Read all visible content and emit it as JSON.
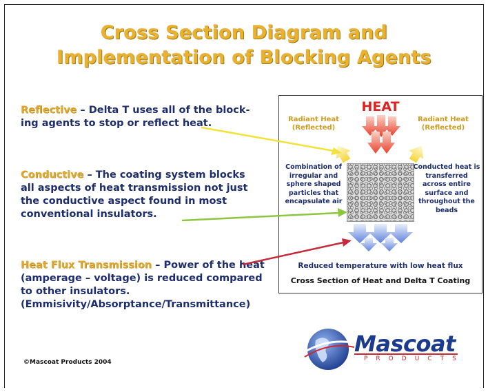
{
  "title": {
    "line1": "Cross Section Diagram and",
    "line2": "Implementation of Blocking Agents"
  },
  "paragraphs": {
    "reflective": {
      "term": "Reflective",
      "text": " – Delta T uses all of the block-ing agents to stop or reflect heat."
    },
    "conductive": {
      "term": "Conductive",
      "text": " – The coating system blocks all aspects of heat transmission not just the conductive aspect found in most conventional insulators."
    },
    "heat_flux": {
      "term": "Heat Flux Transmission",
      "text": " – Power of the heat (amperage – voltage) is reduced compared to other insulators. (Emmisivity/Absorptance/Transmittance)"
    }
  },
  "diagram": {
    "heat_label": "HEAT",
    "radiant_left": "Radiant Heat (Reflected)",
    "radiant_right": "Radiant Heat (Reflected)",
    "combination": "Combination of irregular and sphere shaped particles that encapsulate air",
    "conducted": "Conducted heat is transferred across entire surface and throughout the beads",
    "reduced": "Reduced temperature with low heat flux",
    "caption": "Cross Section of Heat and Delta T Coating"
  },
  "footer": {
    "copyright": "©Mascoat Products 2004",
    "logo_name": "Mascoat",
    "logo_sub": "PRODUCTS"
  },
  "colors": {
    "title_gold": "#e9b12d",
    "navy_text": "#1d2d6e",
    "heat_red": "#e02320",
    "arrow_yellow": "#f2e23a",
    "arrow_green": "#8dc63f",
    "arrow_red": "#c62b3b",
    "arrow_blue": "#6f8fe0"
  }
}
